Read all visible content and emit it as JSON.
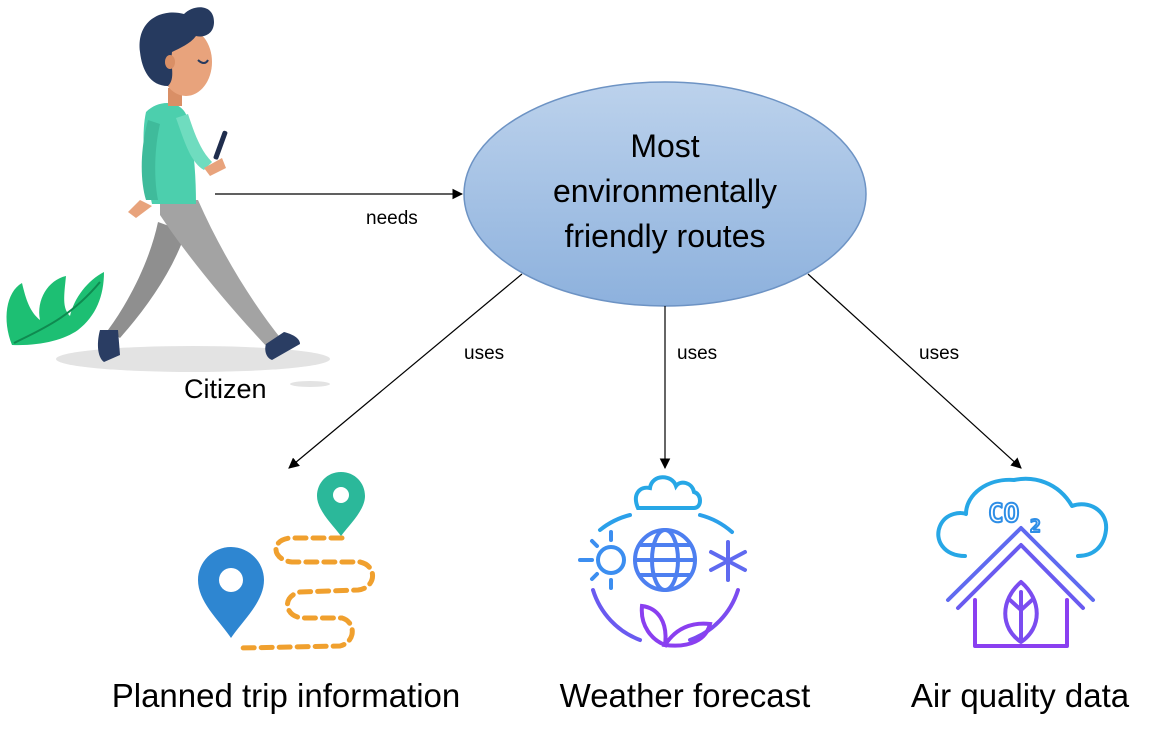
{
  "actor": {
    "label": "Citizen",
    "icon": "walking-person-with-phone-icon"
  },
  "central_node": {
    "lines": [
      "Most",
      "environmentally",
      "friendly routes"
    ],
    "fill_top": "#b9cfea",
    "fill_bottom": "#8fb3de",
    "stroke": "#6d93c4"
  },
  "edges": {
    "needs": "needs",
    "uses_left": "uses",
    "uses_middle": "uses",
    "uses_right": "uses"
  },
  "resources": {
    "trip": {
      "label": "Planned trip information",
      "icon": "route-map-pin-icon"
    },
    "weather": {
      "label": "Weather forecast",
      "icon": "weather-globe-icon"
    },
    "air": {
      "label": "Air quality data",
      "icon": "co2-house-icon"
    }
  },
  "colors": {
    "teal": "#2bb89a",
    "blue_pin": "#2e86d1",
    "orange_path": "#f0a02e",
    "gradient_blue": "#27a7e6",
    "gradient_purple": "#8a3ff0",
    "plant_green": "#1dbf73",
    "skin": "#e8a37c",
    "hair": "#263a5f",
    "shirt": "#4ccfad",
    "pants": "#8c8c8c"
  }
}
